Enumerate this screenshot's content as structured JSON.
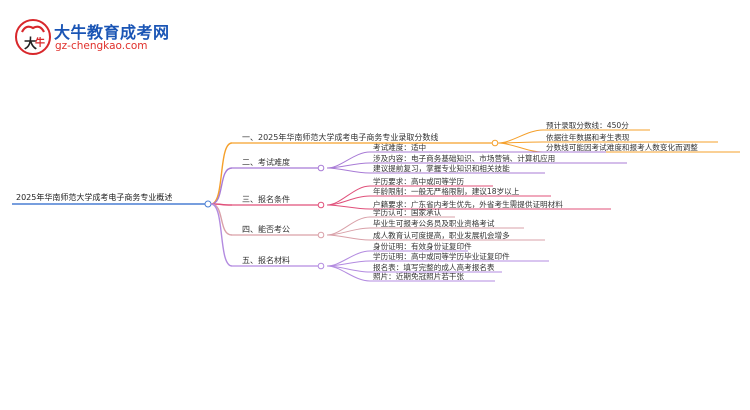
{
  "logo": {
    "title": "大牛教育成考网",
    "url": "gz-chengkao.com"
  },
  "mindmap": {
    "root": "2025年华南师范大学成考电子商务专业概述",
    "branches": [
      {
        "label": "一、2025年华南师范大学成考电子商务专业录取分数线",
        "color": "#f5a02b",
        "leaves": [
          "预计录取分数线：450分",
          "依据往年数据和考生表现",
          "分数线可能因考试难度和报考人数变化而调整"
        ]
      },
      {
        "label": "二、考试难度",
        "color": "#a87bd6",
        "leaves": [
          "考试难度：适中",
          "涉及内容：电子商务基础知识、市场营销、计算机应用",
          "建议提前复习，掌握专业知识和相关技能"
        ]
      },
      {
        "label": "三、报名条件",
        "color": "#e0507a",
        "leaves": [
          "学历要求：高中或同等学历",
          "年龄限制：一般无严格限制，建议18岁以上",
          "户籍要求：广东省内考生优先，外省考生需提供证明材料"
        ]
      },
      {
        "label": "四、能否考公",
        "color": "#d9a0a8",
        "leaves": [
          "学历认可：国家承认",
          "毕业生可报考公务员及职业资格考试",
          "成人教育认可度提高，职业发展机会增多"
        ]
      },
      {
        "label": "五、报名材料",
        "color": "#b38be0",
        "leaves": [
          "身份证明：有效身份证复印件",
          "学历证明：高中或同等学历毕业证复印件",
          "报名表：填写完整的成人高考报名表",
          "照片：近期免冠照片若干张"
        ]
      }
    ]
  }
}
